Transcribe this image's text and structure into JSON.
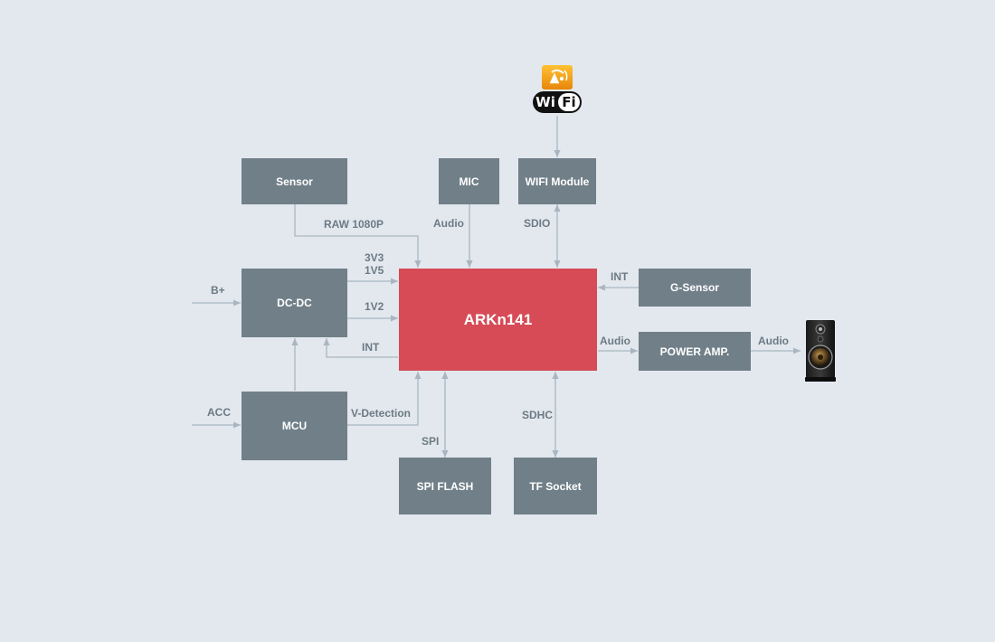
{
  "blocks": {
    "sensor": "Sensor",
    "mic": "MIC",
    "wifi_module": "WIFI Module",
    "dcdc": "DC-DC",
    "soc": "ARKn141",
    "g_sensor": "G-Sensor",
    "power_amp": "POWER AMP.",
    "mcu": "MCU",
    "spi_flash": "SPI FLASH",
    "tf_socket": "TF Socket"
  },
  "labels": {
    "raw": "RAW 1080P",
    "mic_audio": "Audio",
    "sdio": "SDIO",
    "v3v3": "3V3",
    "v1v5": "1V5",
    "v1v2": "1V2",
    "int_dcdc": "INT",
    "b_plus": "B+",
    "acc": "ACC",
    "v_detect": "V-Detection",
    "spi": "SPI",
    "sdhc": "SDHC",
    "int_gsensor": "INT",
    "amp_audio_in": "Audio",
    "amp_audio_out": "Audio"
  },
  "logos": {
    "wifi_text_left": "Wi",
    "wifi_text_right": "Fi"
  },
  "colors": {
    "block": "#717f88",
    "chip": "#d64b55",
    "wire": "#a9b6c1",
    "background": "#e2e8ee"
  }
}
